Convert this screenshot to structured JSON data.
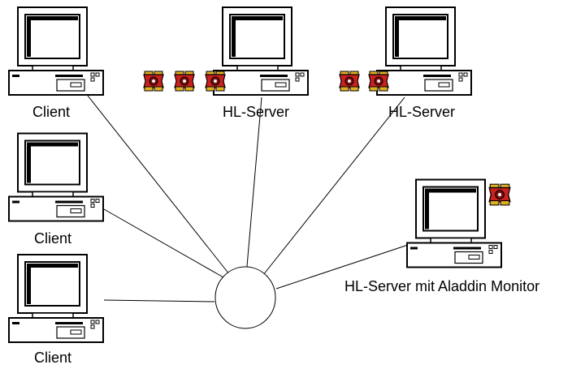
{
  "nodes": [
    {
      "id": "client-1",
      "kind": "client",
      "label": "Client",
      "dongles": 0
    },
    {
      "id": "client-2",
      "kind": "client",
      "label": "Client",
      "dongles": 0
    },
    {
      "id": "client-3",
      "kind": "client",
      "label": "Client",
      "dongles": 0
    },
    {
      "id": "hl-server-1",
      "kind": "server",
      "label": "HL-Server",
      "dongles": 3
    },
    {
      "id": "hl-server-2",
      "kind": "server",
      "label": "HL-Server",
      "dongles": 2
    },
    {
      "id": "hl-server-monitor",
      "kind": "server",
      "label": "HL-Server mit Aladdin Monitor",
      "dongles": 1
    }
  ],
  "hub": {
    "id": "network-hub"
  },
  "icons": {
    "computer": "desktop-computer-icon",
    "dongle": "hasp-dongle-icon"
  },
  "colors": {
    "line": "#000000",
    "computer_body": "#ffffff",
    "screen": "#ffffff",
    "dongle_red": "#cc1f1f",
    "dongle_gold": "#e0b020"
  }
}
